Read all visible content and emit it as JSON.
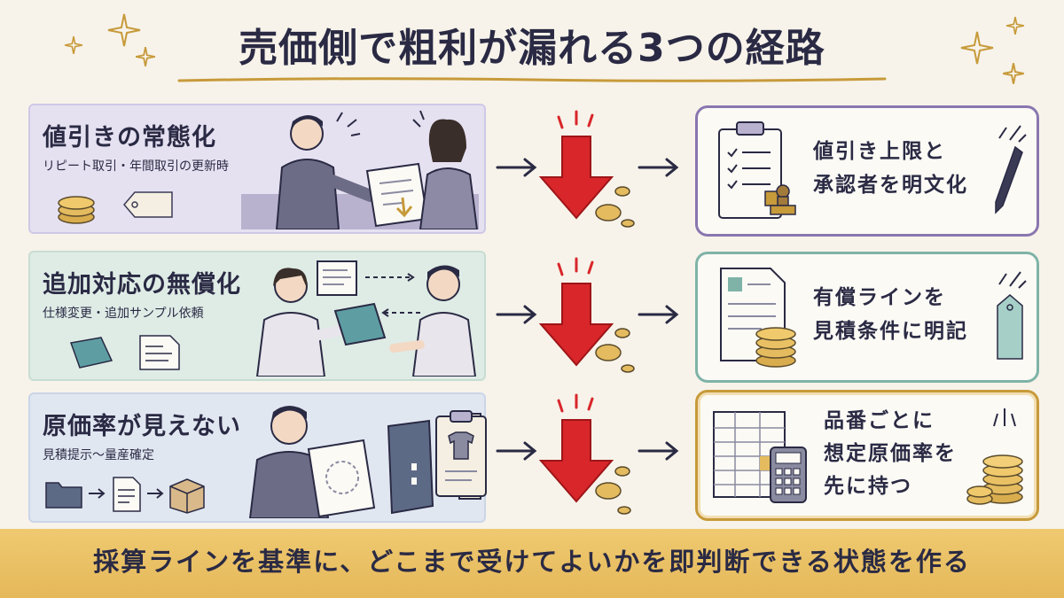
{
  "title": "売価側で粗利が漏れる3つの経路",
  "rows": [
    {
      "heading": "値引きの常態化",
      "sub": "リピート取引・年間取引の更新時",
      "solution_line1": "値引き上限と",
      "solution_line2": "承認者を明文化",
      "solution_line3": ""
    },
    {
      "heading": "追加対応の無償化",
      "sub": "仕様変更・追加サンプル依頼",
      "solution_line1": "有償ラインを",
      "solution_line2": "見積条件に明記",
      "solution_line3": ""
    },
    {
      "heading": "原価率が見えない",
      "sub": "見積提示～量産確定",
      "solution_line1": "品番ごとに",
      "solution_line2": "想定原価率を",
      "solution_line3": "先に持つ"
    }
  ],
  "footer": "採算ラインを基準に、どこまで受けてよいかを即判断できる状態を作る",
  "colors": {
    "accent_red": "#d8262b",
    "gold": "#c79a3a",
    "purple_border": "#8a76b0",
    "teal_border": "#7fb3a7",
    "footer_bg": "#ecc469",
    "navy_text": "#2a2a44"
  },
  "icons": [
    "sparkle-icon",
    "coins-icon",
    "price-tag-icon",
    "down-arrow-icon",
    "right-arrow-icon",
    "clipboard-icon",
    "stamp-icon",
    "pen-icon",
    "document-icon",
    "fabric-swatch-icon",
    "folder-icon",
    "box-icon",
    "binder-icon",
    "shirt-icon",
    "spreadsheet-icon",
    "calculator-icon"
  ]
}
